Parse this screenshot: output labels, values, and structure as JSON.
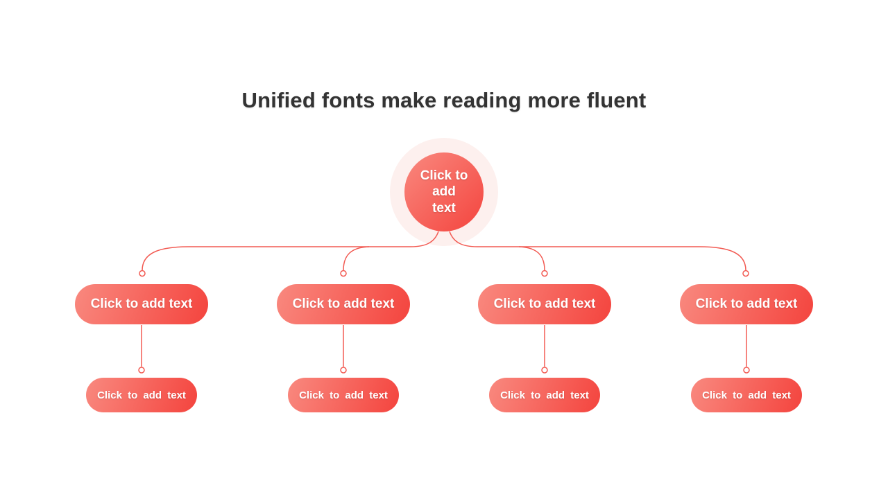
{
  "title": "Unified fonts make reading more fluent",
  "center": {
    "label": "Click to add text"
  },
  "branches": [
    {
      "primary_label": "Click to add text",
      "secondary_label": "Click to add text"
    },
    {
      "primary_label": "Click to add text",
      "secondary_label": "Click to add text"
    },
    {
      "primary_label": "Click to add text",
      "secondary_label": "Click to add text"
    },
    {
      "primary_label": "Click to add text",
      "secondary_label": "Click to add text"
    }
  ],
  "colors": {
    "accent_dark": "#f4443e",
    "accent_light": "#f9897f",
    "halo": "#fdf0ee",
    "line": "#f25a52",
    "title_text": "#333333",
    "node_text": "#ffffff"
  }
}
